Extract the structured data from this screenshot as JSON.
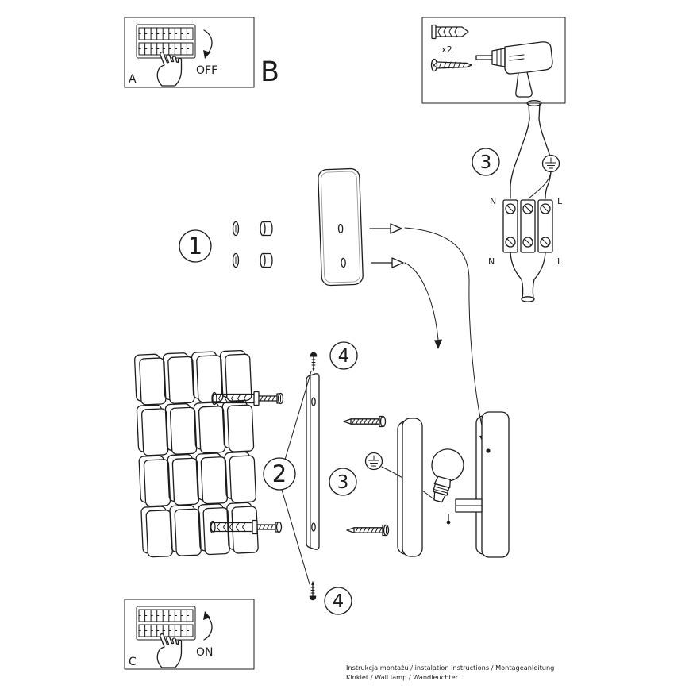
{
  "colors": {
    "ink": "#1c1c1c",
    "background": "#ffffff"
  },
  "panel_a": {
    "label": "A",
    "state": "OFF"
  },
  "panel_b": {
    "label": "B"
  },
  "panel_c": {
    "label": "C",
    "state": "ON"
  },
  "hardware": {
    "qty": "x2"
  },
  "steps": {
    "s1": "1",
    "s2": "2",
    "s3": "3",
    "s4": "4"
  },
  "wiring": {
    "n": "N",
    "l": "L"
  },
  "footer": {
    "line1": "Instrukcja montażu / instalation instructions / Montageanleitung",
    "line2": "Kinkiet / Wall lamp / Wandleuchter"
  }
}
